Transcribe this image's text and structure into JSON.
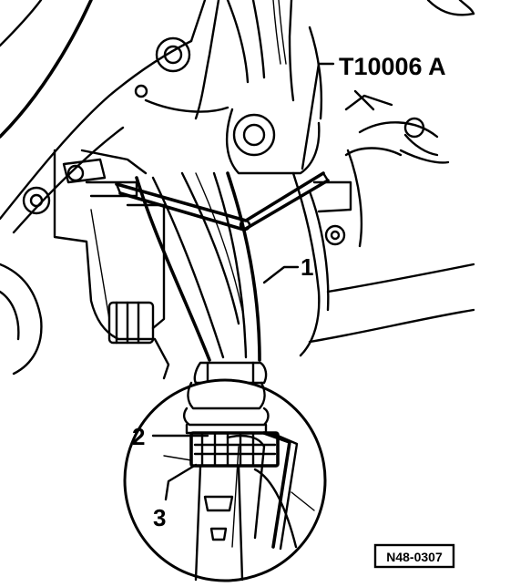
{
  "labels": {
    "tool": "T10006 A",
    "callout_1": "1",
    "callout_2": "2",
    "callout_3": "3",
    "figure_id": "N48-0307"
  }
}
